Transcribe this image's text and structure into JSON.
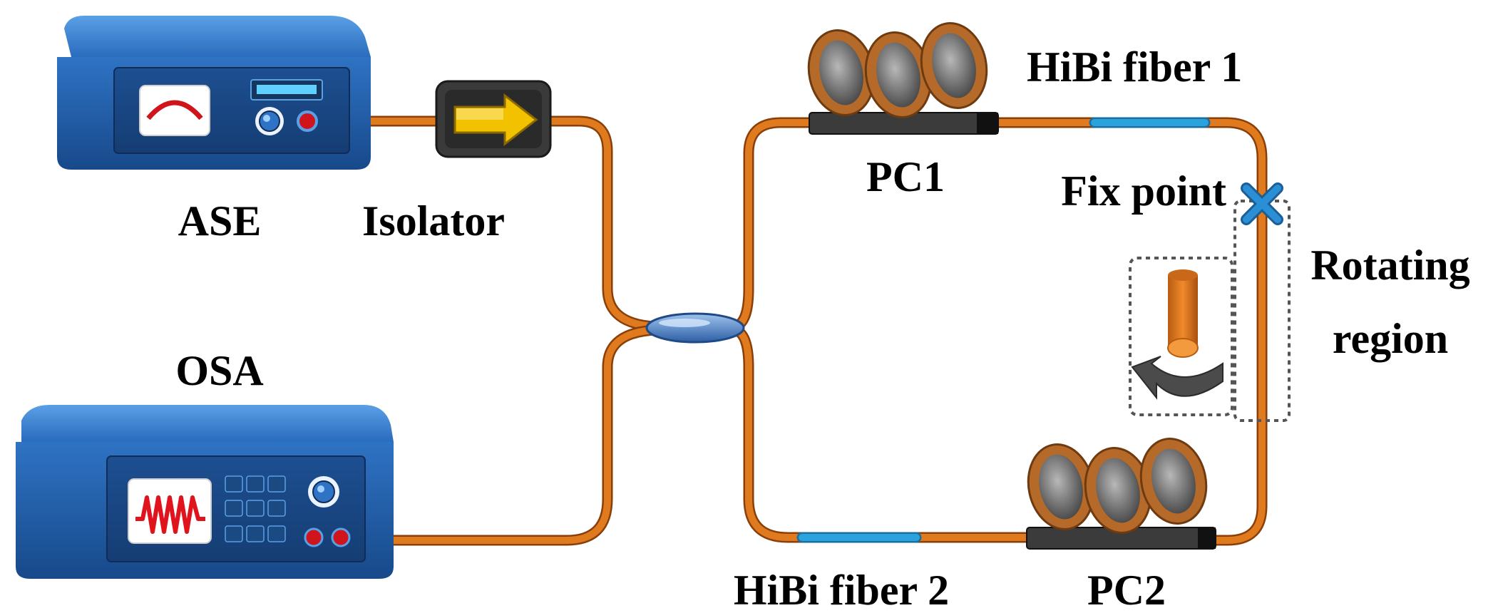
{
  "labels": {
    "ase": "ASE",
    "isolator": "Isolator",
    "osa": "OSA",
    "pc1": "PC1",
    "pc2": "PC2",
    "hibi_fiber_1": "HiBi fiber 1",
    "hibi_fiber_2": "HiBi fiber 2",
    "fix_point": "Fix point",
    "rotating_line1": "Rotating",
    "rotating_line2": "region"
  },
  "colors": {
    "fiber": "#e07a1e",
    "hibi_segment": "#2aa3dd",
    "device_body": "#1f5fa8",
    "device_top": "#3a83cf",
    "isolator_body": "#3a3a3a",
    "isolator_arrow": "#f2c200",
    "coupler": "#5d92d0",
    "paddle_rim": "#b56a2a",
    "paddle_face": "#7d7d7d",
    "pc_bar": "#3b3b3b",
    "fix_marker": "#2b8fd6",
    "osa_trace": "#e0141c",
    "ase_gauge": "#d0141c"
  },
  "icons": [
    "ase-source-device",
    "osa-device",
    "isolator-arrow-icon",
    "fiber-coupler",
    "polarization-controller-paddles",
    "fix-point-cross-icon",
    "rotation-arrow-icon"
  ]
}
